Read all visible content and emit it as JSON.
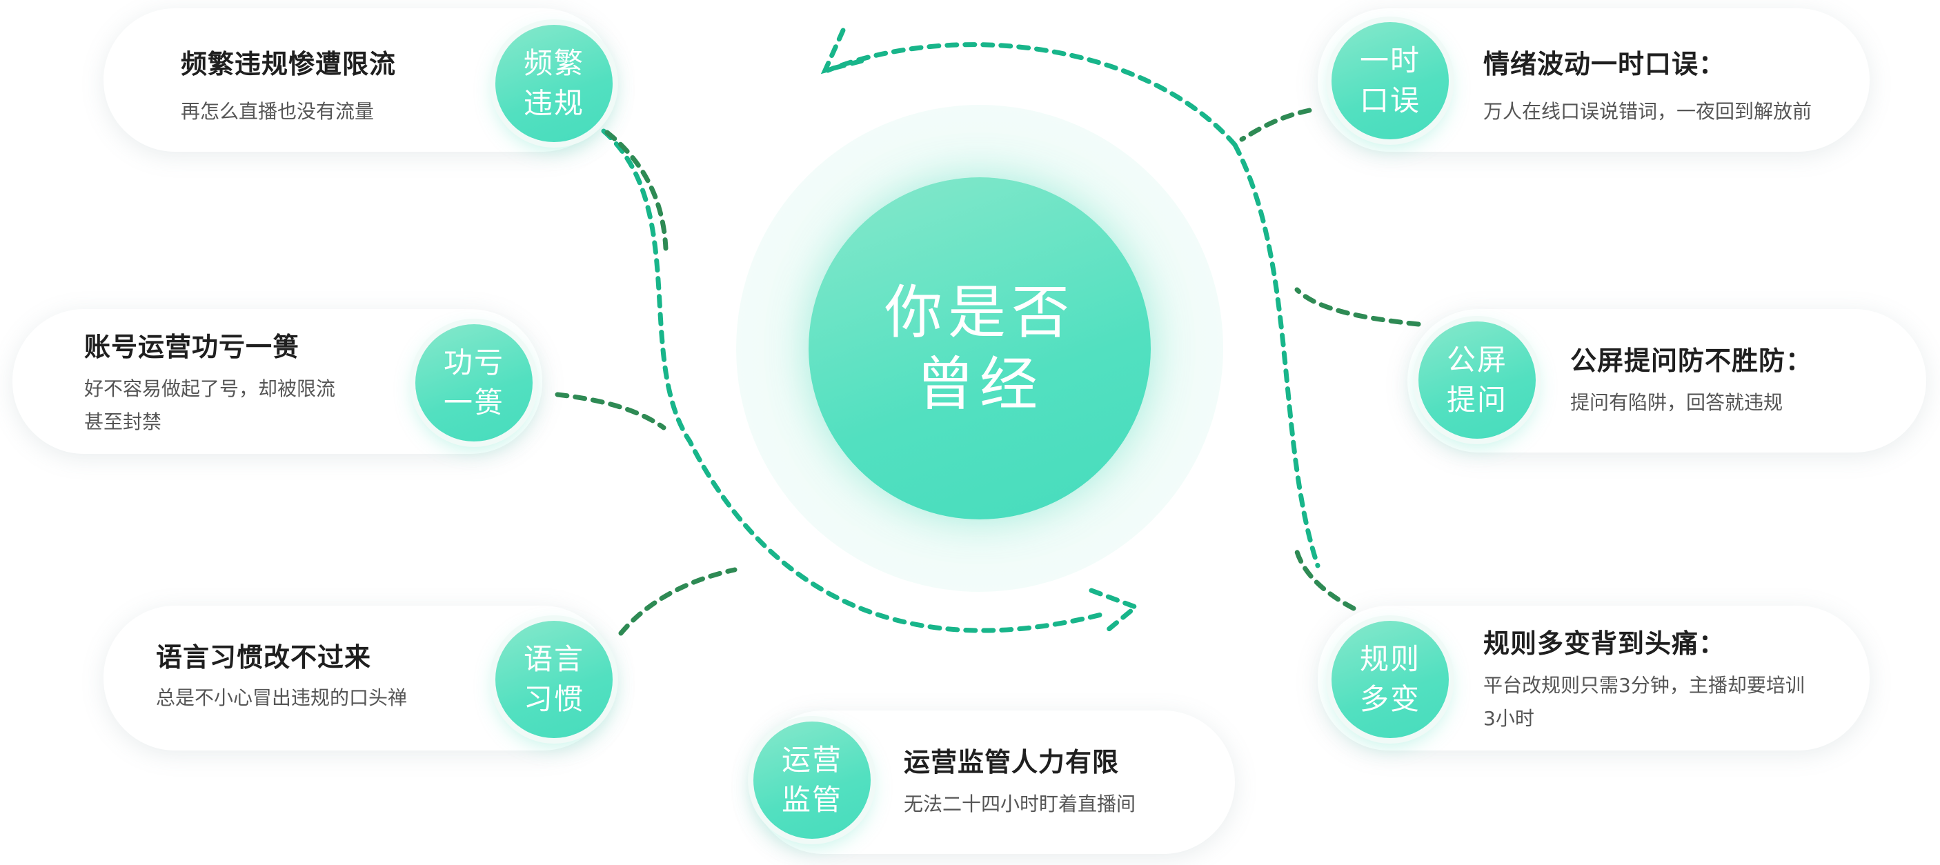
{
  "center": {
    "line1": "你是否",
    "line2": "曾经"
  },
  "items": [
    {
      "id": "frequent-violation",
      "badge_l1": "频繁",
      "badge_l2": "违规",
      "title": "频繁违规惨遭限流",
      "desc_l1": "再怎么直播也没有流量",
      "desc_l2": ""
    },
    {
      "id": "account-wasted",
      "badge_l1": "功亏",
      "badge_l2": "一篑",
      "title": "账号运营功亏一篑",
      "desc_l1": "好不容易做起了号，却被限流",
      "desc_l2": "甚至封禁"
    },
    {
      "id": "language-habit",
      "badge_l1": "语言",
      "badge_l2": "习惯",
      "title": "语言习惯改不过来",
      "desc_l1": "总是不小心冒出违规的口头禅",
      "desc_l2": ""
    },
    {
      "id": "ops-supervision",
      "badge_l1": "运营",
      "badge_l2": "监管",
      "title": "运营监管人力有限",
      "desc_l1": "无法二十四小时盯着直播间",
      "desc_l2": ""
    },
    {
      "id": "slip-of-tongue",
      "badge_l1": "一时",
      "badge_l2": "口误",
      "title": "情绪波动一时口误：",
      "desc_l1": "万人在线口误说错词，一夜回到解放前",
      "desc_l2": ""
    },
    {
      "id": "public-screen",
      "badge_l1": "公屏",
      "badge_l2": "提问",
      "title": "公屏提问防不胜防：",
      "desc_l1": "提问有陷阱，回答就违规",
      "desc_l2": ""
    },
    {
      "id": "rules-change",
      "badge_l1": "规则",
      "badge_l2": "多变",
      "title": "规则多变背到头痛：",
      "desc_l1": "平台改规则只需3分钟，主播却要培训",
      "desc_l2": "3小时"
    }
  ],
  "colors": {
    "dash_teal": "#18b58a",
    "dash_green": "#2e8a54",
    "badge": "#52e0c0"
  }
}
